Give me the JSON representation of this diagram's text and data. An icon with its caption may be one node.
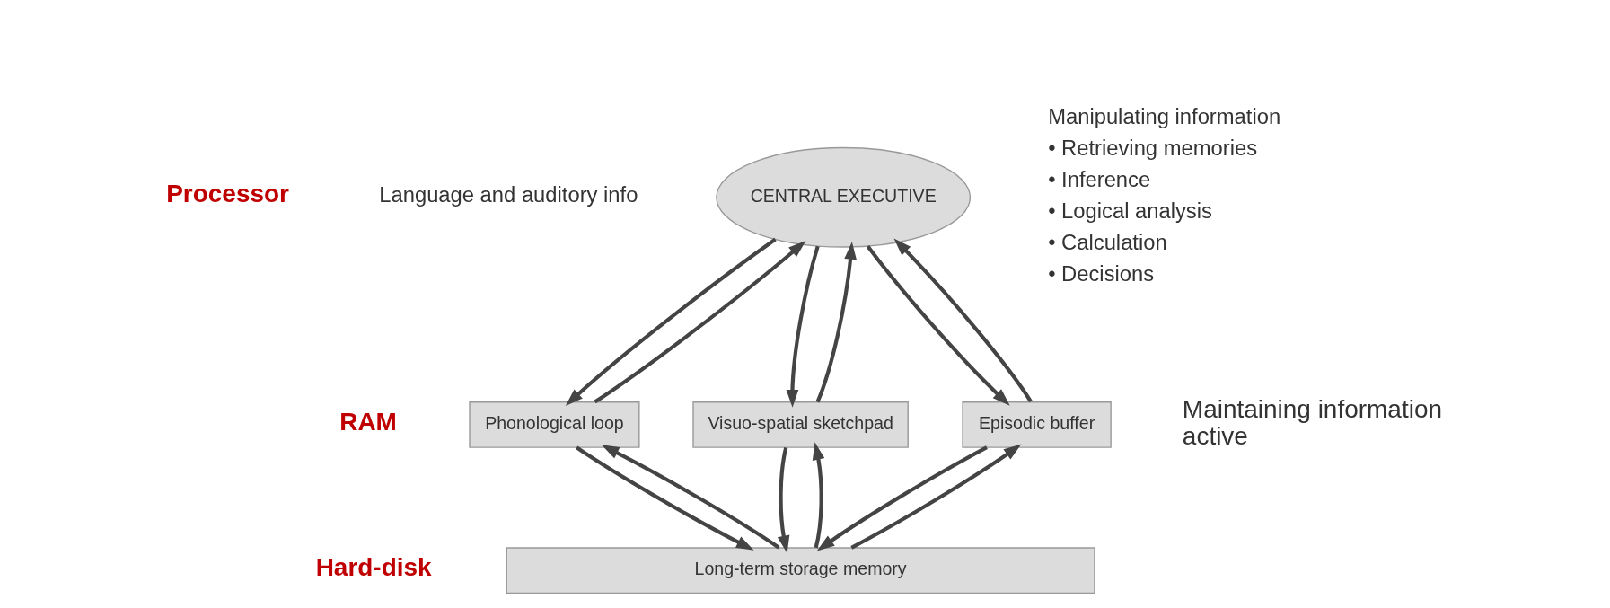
{
  "diagram": {
    "nodes": [
      {
        "text": [
          "CENTRAL EXECUTIVE"
        ]
      },
      {
        "text": [
          "Phonological loop"
        ]
      },
      {
        "text": [
          "Episodic buffer"
        ]
      },
      {
        "text": [
          "Visuo-spatial sketchpad"
        ]
      },
      {
        "text": [
          "Long-term storage memory"
        ]
      }
    ],
    "edges": [
      {
        "from": 1,
        "to": 0,
        "arrow": "to"
      },
      {
        "from": 0,
        "to": 1,
        "arrow": "to"
      },
      {
        "from": 0,
        "to": 2,
        "arrow": "to"
      },
      {
        "from": 2,
        "to": 0,
        "arrow": "to"
      },
      {
        "from": 0,
        "to": 3,
        "arrow": "to"
      },
      {
        "from": 3,
        "to": 0,
        "arrow": "to"
      },
      {
        "from": 1,
        "to": 4,
        "arrow": "to"
      },
      {
        "from": 4,
        "to": 1,
        "arrow": "to"
      },
      {
        "from": 2,
        "to": 4,
        "arrow": "to"
      },
      {
        "from": 4,
        "to": 2,
        "arrow": "to"
      },
      {
        "from": 3,
        "to": 4,
        "arrow": "to"
      },
      {
        "from": 4,
        "to": 3,
        "arrow": "to"
      }
    ],
    "labels": [
      "Manipulating information",
      "Processor",
      "• Retrieving memories",
      "• Inference",
      "• Logical analysis",
      "• Calculation",
      "• Decisions",
      "Language and auditory info",
      "Maintaining information active",
      "RAM",
      "Hard-disk"
    ]
  }
}
